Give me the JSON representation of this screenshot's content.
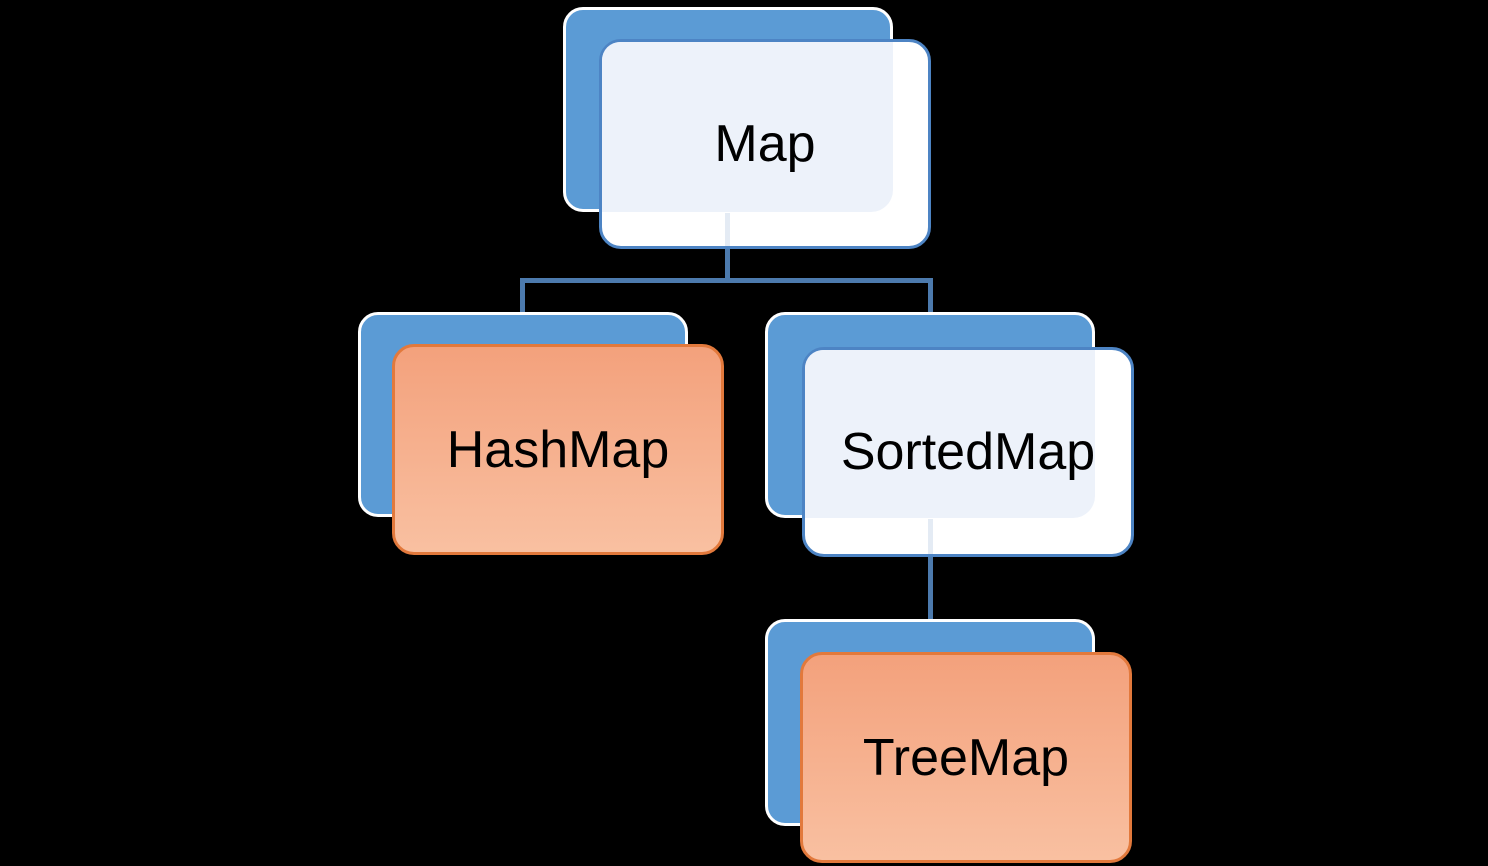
{
  "diagram": {
    "type": "hierarchy",
    "nodes": [
      {
        "id": "map",
        "label": "Map",
        "style": "light",
        "level": 0
      },
      {
        "id": "hashmap",
        "label": "HashMap",
        "style": "orange",
        "level": 1
      },
      {
        "id": "sortedmap",
        "label": "SortedMap",
        "style": "light",
        "level": 1
      },
      {
        "id": "treemap",
        "label": "TreeMap",
        "style": "orange",
        "level": 2
      }
    ],
    "edges": [
      {
        "from": "map",
        "to": "hashmap"
      },
      {
        "from": "map",
        "to": "sortedmap"
      },
      {
        "from": "sortedmap",
        "to": "treemap"
      }
    ]
  },
  "colors": {
    "canvas_background": "#000000",
    "back_card_blue": "#5b9bd5",
    "back_card_stroke": "#ffffff",
    "light_card_border": "#4d84c4",
    "light_card_tint": "#edf2fa",
    "orange_card_top": "#f3a17c",
    "orange_card_bottom": "#f9c0a1",
    "orange_card_border": "#e2793c",
    "connector": "#4c7aad",
    "connector_faint": "#e4ebf4",
    "label_text": "#000000"
  }
}
